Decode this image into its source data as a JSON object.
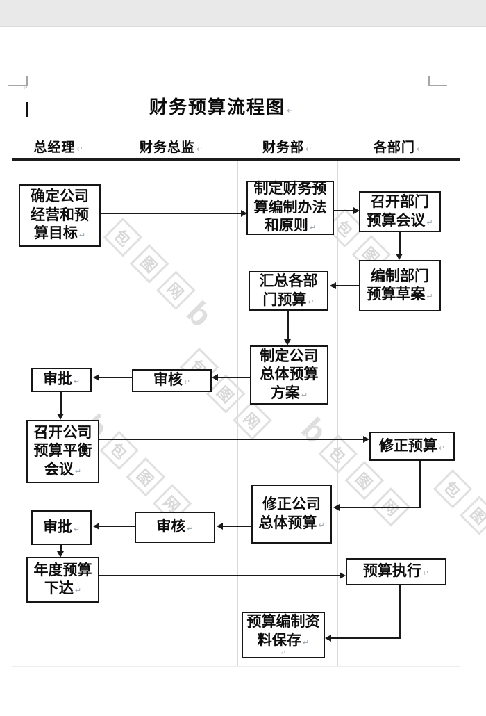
{
  "page": {
    "title": "财务预算流程图",
    "pilcrow": "↵"
  },
  "lanes": [
    {
      "label": "总经理"
    },
    {
      "label": "财务总监"
    },
    {
      "label": "财务部"
    },
    {
      "label": "各部门"
    }
  ],
  "nodes": {
    "set_goals": {
      "text": "确定公司\n经营和预\n算目标"
    },
    "make_method": {
      "text": "制定财务预\n算编制办法\n和原则"
    },
    "dept_meeting": {
      "text": "召开部门\n预算会议"
    },
    "draft_budget": {
      "text": "编制部门\n预算草案"
    },
    "summarize": {
      "text": "汇总各部\n门预算"
    },
    "overall_plan": {
      "text": "制定公司\n总体预算\n方案"
    },
    "review_1": {
      "text": "审核"
    },
    "approve_1": {
      "text": "审批"
    },
    "balance_meeting": {
      "text": "召开公司\n预算平衡\n会议"
    },
    "revise_budget": {
      "text": "修正预算"
    },
    "revise_overall": {
      "text": "修正公司\n总体预算"
    },
    "review_2": {
      "text": "审核"
    },
    "approve_2": {
      "text": "审批"
    },
    "issue_budget": {
      "text": "年度预算\n下达"
    },
    "execute_budget": {
      "text": "预算执行"
    },
    "archive": {
      "text": "预算编制资\n料保存"
    }
  },
  "watermark": {
    "logo": "b",
    "chars": [
      "包",
      "图",
      "网"
    ]
  },
  "colors": {
    "line": "#1a1a1a",
    "lane_line": "#d9d9d9",
    "watermark": "#d8d8d8",
    "page_bg": "#ffffff",
    "top_bar": "#e9e9e9"
  }
}
